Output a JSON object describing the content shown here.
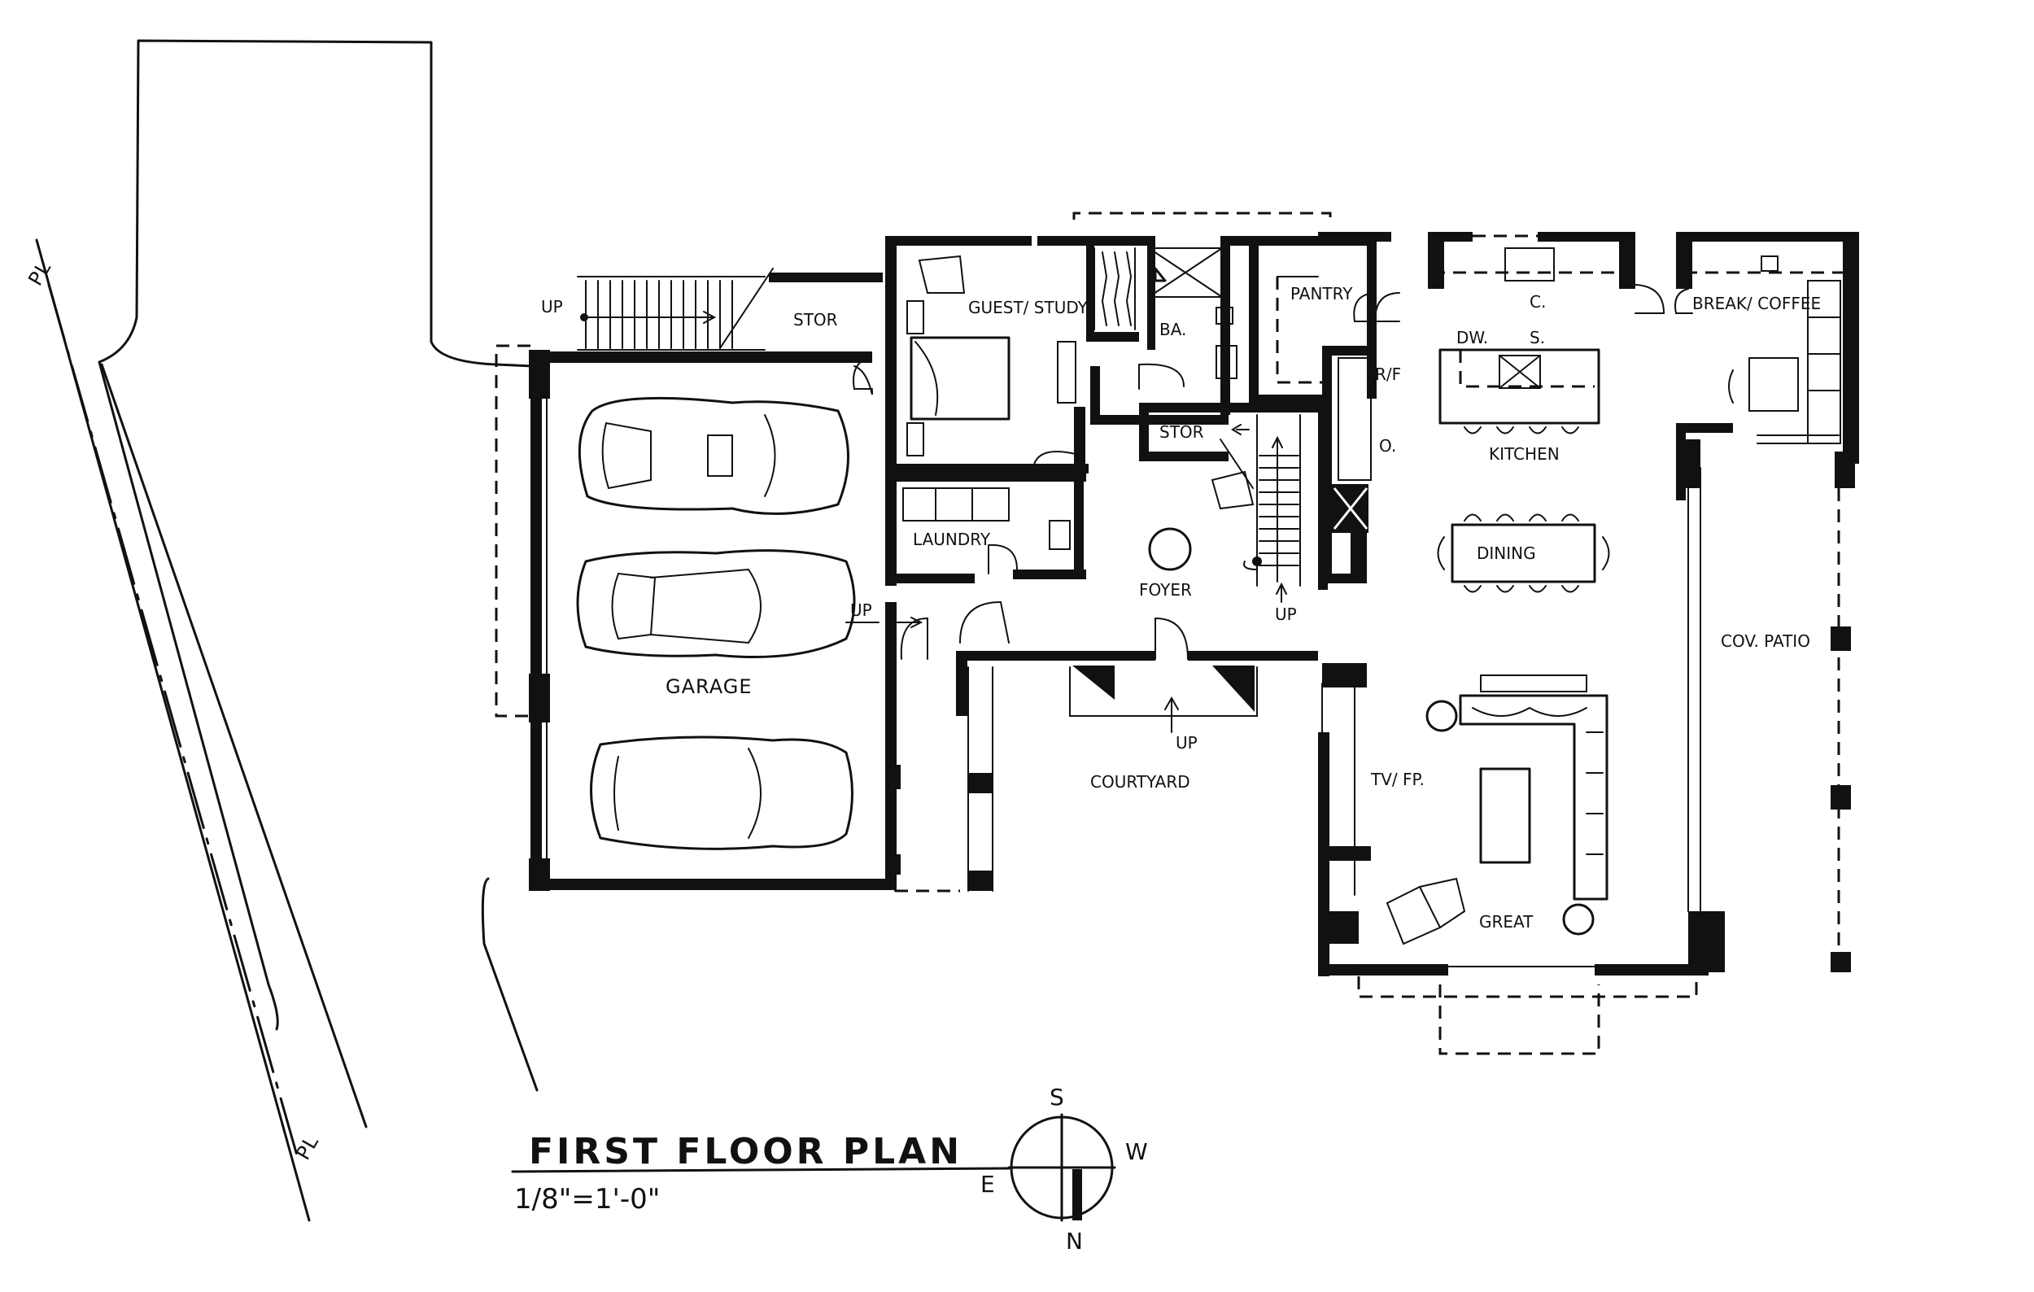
{
  "title": "FIRST FLOOR PLAN",
  "scale": "1/8\"=1'-0\"",
  "property_line_marker": "PL",
  "compass": {
    "s": "S",
    "w": "W",
    "e": "E",
    "n": "N"
  },
  "rooms": {
    "up_exterior": "UP",
    "stor_garage": "STOR",
    "guest_study": "GUEST/ STUDY",
    "bath": "BA.",
    "pantry": "PANTRY",
    "c": "C.",
    "break_coffee": "BREAK/ COFFEE",
    "dw": "DW.",
    "s": "S.",
    "rf": "R/F",
    "o": "O.",
    "stor_hall": "STOR",
    "kitchen": "KITCHEN",
    "laundry": "LAUNDRY",
    "dining": "DINING",
    "foyer": "FOYER",
    "up_foyer": "UP",
    "up_garage": "UP",
    "garage": "GARAGE",
    "cov_patio": "COV. PATIO",
    "up_courtyard": "UP",
    "courtyard": "COURTYARD",
    "tv_fp": "TV/ FP.",
    "great": "GREAT"
  }
}
